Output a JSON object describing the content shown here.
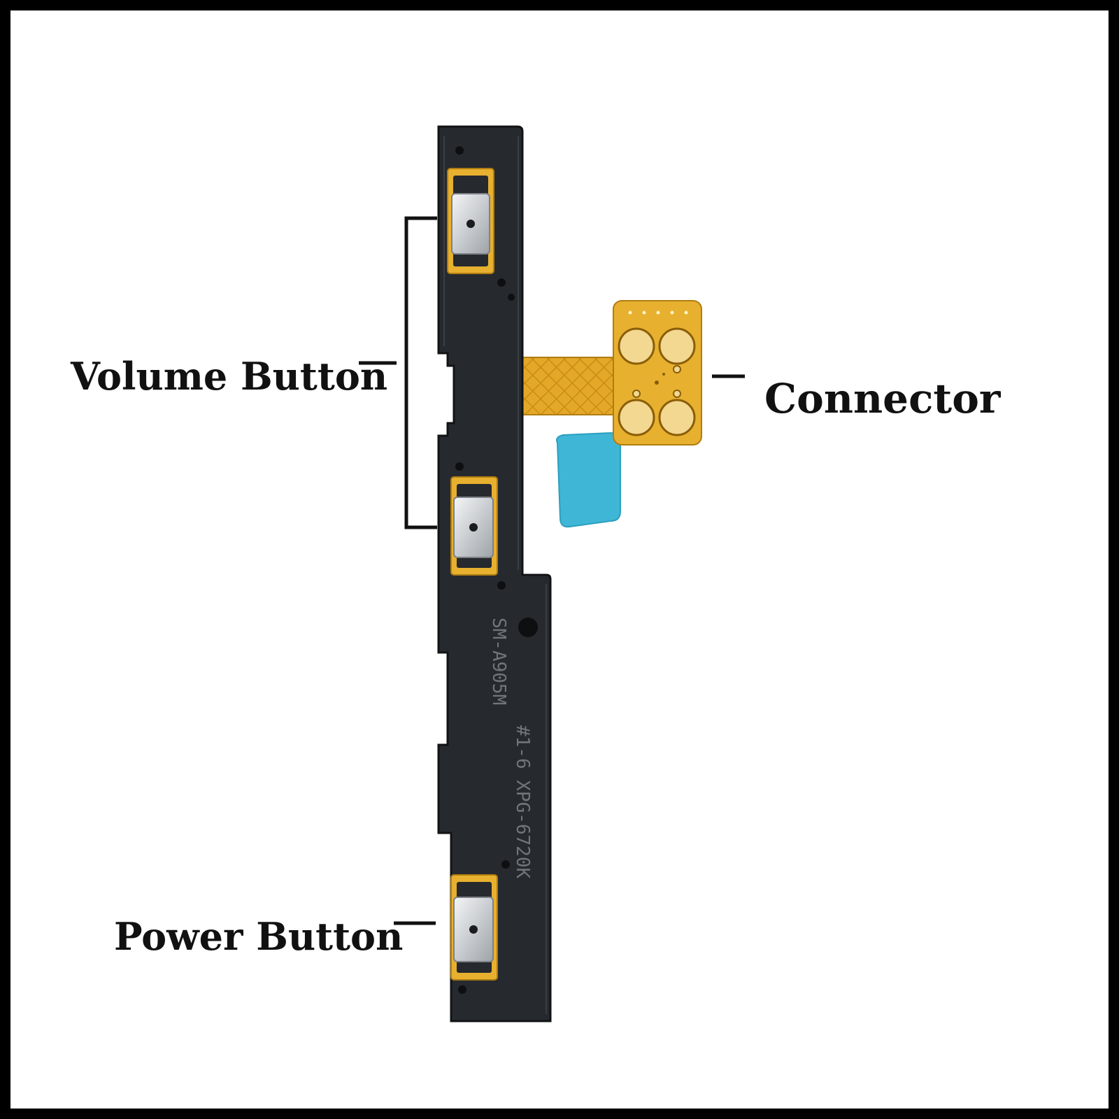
{
  "labels": {
    "volume": "Volume Button",
    "power": "Power Button",
    "connector": "Connector"
  },
  "flex_print": {
    "line1": "SM-A905M",
    "line2": "#1-6  XPG-6720K"
  },
  "colors": {
    "frame": "#000000",
    "background": "#ffffff",
    "flex_body": "#262a2e",
    "flex_edge": "#111315",
    "gold": "#e7b02f",
    "gold_dark": "#b07d12",
    "pad": "#f2d891",
    "switch_metal": "#cfd3d7",
    "blue_tape": "#3fb6d6",
    "annotation": "#111111"
  }
}
